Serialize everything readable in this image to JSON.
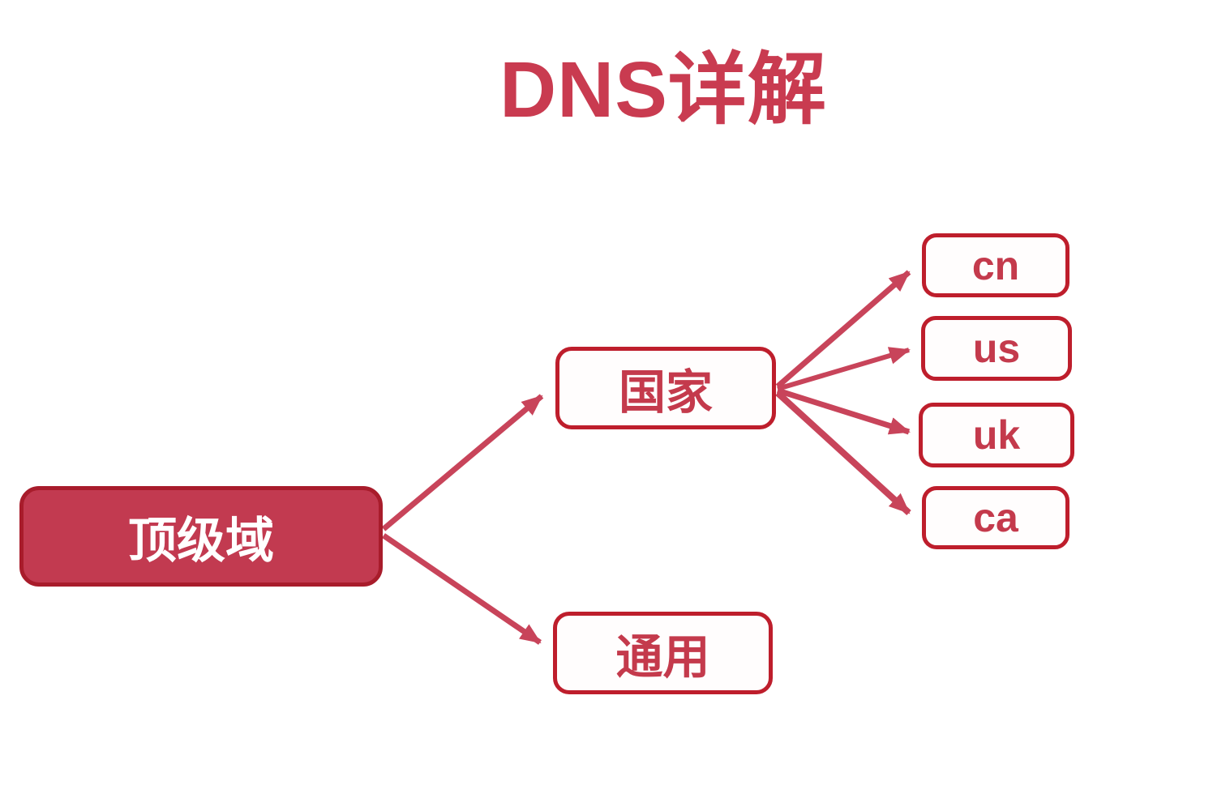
{
  "diagram": {
    "title": "DNS详解",
    "nodes": {
      "root": {
        "label": "顶级域"
      },
      "country": {
        "label": "国家"
      },
      "generic": {
        "label": "通用"
      },
      "cn": {
        "label": "cn"
      },
      "us": {
        "label": "us"
      },
      "uk": {
        "label": "uk"
      },
      "ca": {
        "label": "ca"
      }
    },
    "edges": [
      {
        "from": "顶级域",
        "to": "国家"
      },
      {
        "from": "顶级域",
        "to": "通用"
      },
      {
        "from": "国家",
        "to": "cn"
      },
      {
        "from": "国家",
        "to": "us"
      },
      {
        "from": "国家",
        "to": "uk"
      },
      {
        "from": "国家",
        "to": "ca"
      }
    ],
    "colors": {
      "title_text": "#c93b50",
      "filled_node_fill": "#c23a50",
      "filled_node_border": "#a81c2b",
      "outline_node_border": "#be1e2c",
      "node_text": "#c43a4c",
      "arrow": "#c8445a"
    }
  }
}
